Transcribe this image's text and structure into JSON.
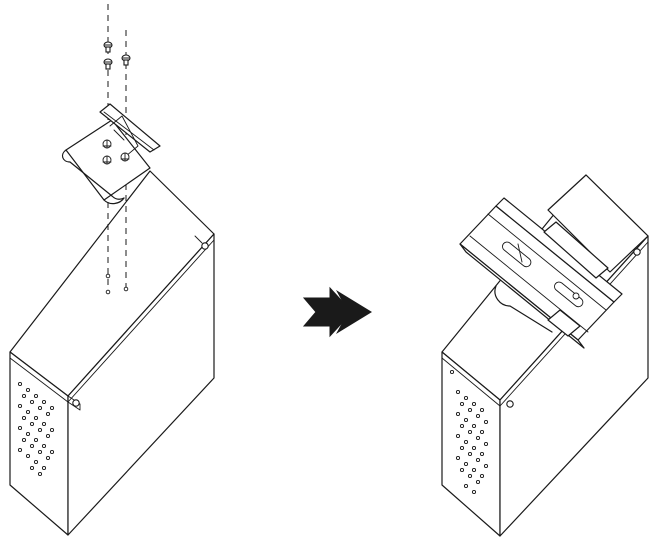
{
  "figure": {
    "description_visible_text": "",
    "colors": {
      "line": "#1a1a1a",
      "background": "#ffffff",
      "arrow": "#1a1a1a"
    },
    "steps": [
      {
        "name": "before-assembly",
        "parts": [
          "enclosure",
          "din-rail-clip",
          "screws"
        ]
      },
      {
        "name": "after-assembly",
        "parts": [
          "enclosure",
          "din-rail-clip",
          "din-rail"
        ]
      }
    ],
    "screw_count": 3,
    "arrow_icon": "right-arrow-icon"
  }
}
